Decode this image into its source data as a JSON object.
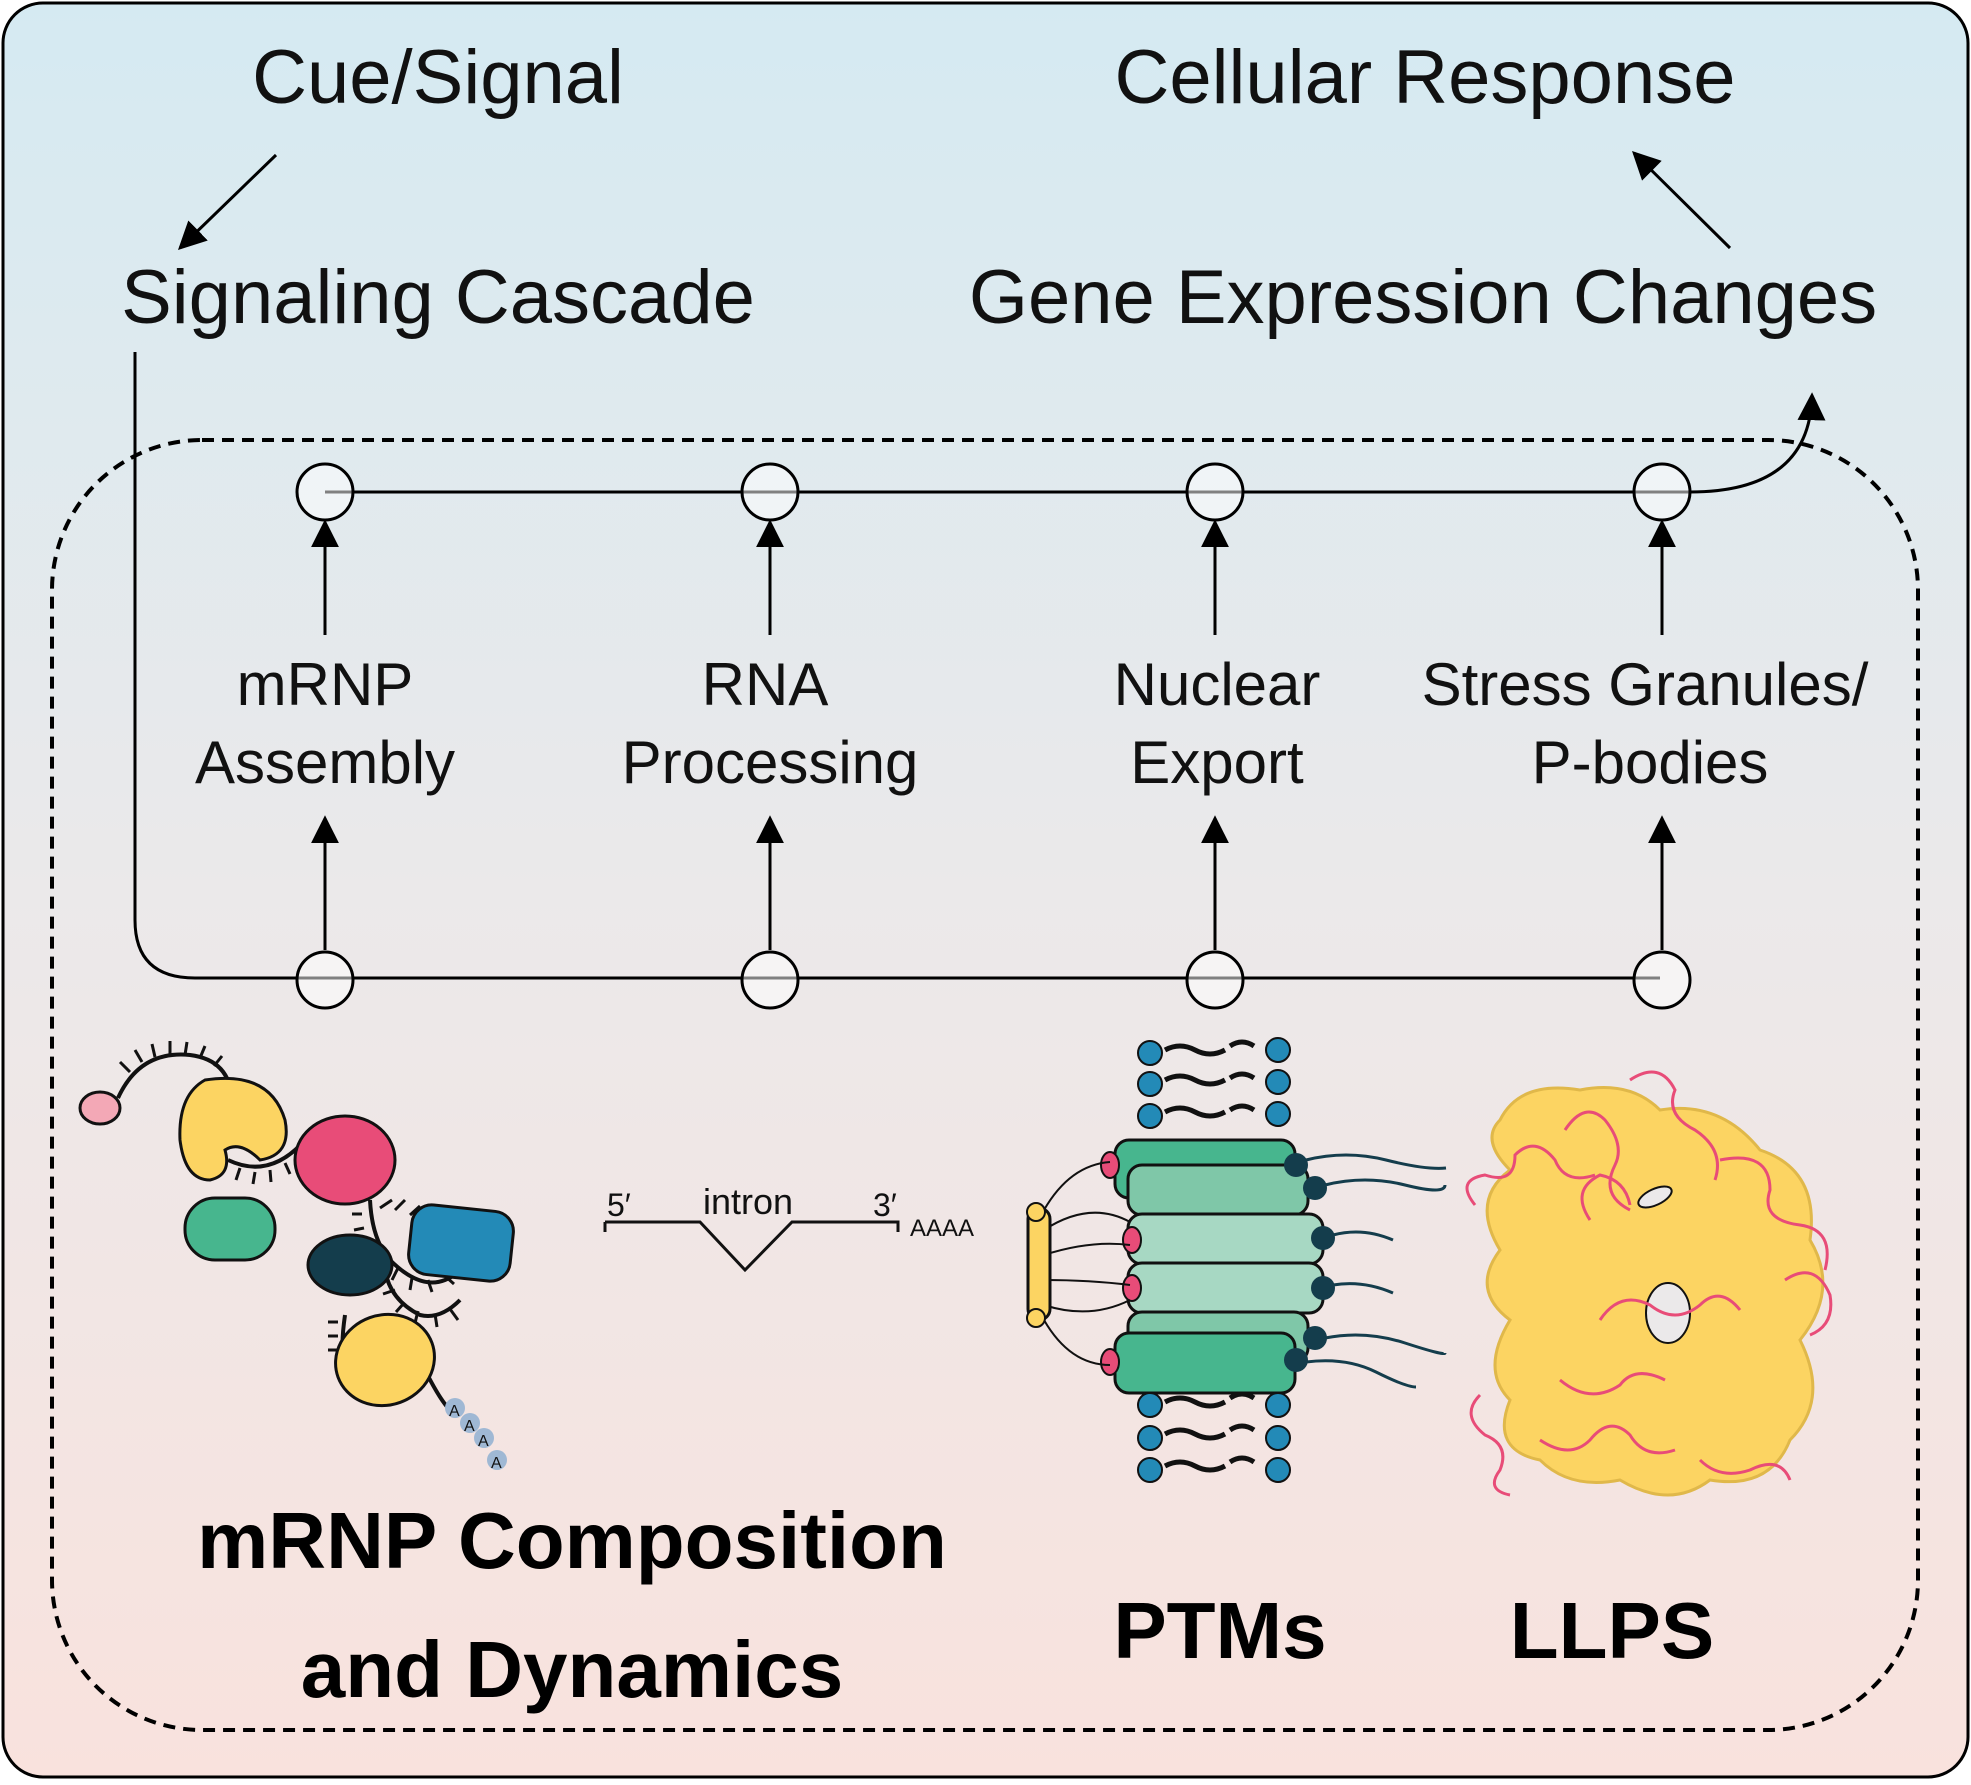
{
  "top": {
    "cue_signal": "Cue/Signal",
    "cellular_response": "Cellular Response",
    "signaling_cascade": "Signaling Cascade",
    "gene_expression_changes": "Gene Expression Changes"
  },
  "processes": [
    {
      "line1": "mRNP",
      "line2": "Assembly"
    },
    {
      "line1": "RNA",
      "line2": "Processing"
    },
    {
      "line1": "Nuclear",
      "line2": "Export"
    },
    {
      "line1": "Stress Granules/",
      "line2": "P-bodies"
    }
  ],
  "rna_schematic": {
    "five_prime": "5′",
    "intron": "intron",
    "three_prime": "3′",
    "polya": "AAAA"
  },
  "polya_letters": [
    "A",
    "A",
    "A",
    "A"
  ],
  "bottom": {
    "mrnp_line1": "mRNP Composition",
    "mrnp_line2": "and Dynamics",
    "ptms": "PTMs",
    "llps": "LLPS"
  },
  "colors": {
    "bg_top": "#d5eaf2",
    "bg_mid": "#ebe9ea",
    "bg_bottom": "#f9e2dd",
    "yellow": "#fcd462",
    "pink": "#e84c78",
    "green": "#47b68e",
    "light_green": "#a7d8c3",
    "navy": "#143d4c",
    "blue": "#238ab7",
    "pale_pink": "#f3a8b6",
    "pale_blue": "#9fb8d4"
  }
}
